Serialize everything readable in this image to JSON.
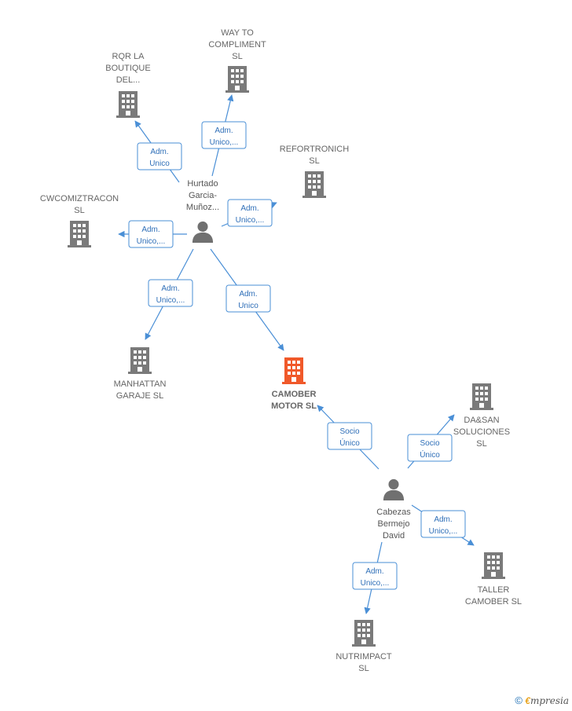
{
  "colors": {
    "edge": "#4a8fd6",
    "company": "#7a7a7a",
    "highlight": "#f0592a",
    "person": "#707070"
  },
  "companies": [
    {
      "id": "rqr",
      "lines": [
        "RQR LA",
        "BOUTIQUE",
        "DEL..."
      ],
      "icon": "building-icon",
      "highlight": false
    },
    {
      "id": "way",
      "lines": [
        "WAY TO",
        "COMPLIMENT",
        "SL"
      ],
      "icon": "building-icon",
      "highlight": false
    },
    {
      "id": "refor",
      "lines": [
        "REFORTRONICH",
        "SL"
      ],
      "icon": "building-icon",
      "highlight": false
    },
    {
      "id": "cwco",
      "lines": [
        "CWCOMIZTRACON",
        "SL"
      ],
      "icon": "building-icon",
      "highlight": false
    },
    {
      "id": "manhattan",
      "lines": [
        "MANHATTAN",
        "GARAJE  SL"
      ],
      "icon": "building-icon",
      "highlight": false
    },
    {
      "id": "camober",
      "lines": [
        "CAMOBER",
        "MOTOR  SL"
      ],
      "icon": "building-icon",
      "highlight": true
    },
    {
      "id": "dasan",
      "lines": [
        "DA&SAN",
        "SOLUCIONES",
        "SL"
      ],
      "icon": "building-icon",
      "highlight": false
    },
    {
      "id": "taller",
      "lines": [
        "TALLER",
        "CAMOBER  SL"
      ],
      "icon": "building-icon",
      "highlight": false
    },
    {
      "id": "nutri",
      "lines": [
        "NUTRIMPACT",
        "SL"
      ],
      "icon": "building-icon",
      "highlight": false
    }
  ],
  "persons": [
    {
      "id": "hurtado",
      "lines": [
        "Hurtado",
        "Garcia-",
        "Muñoz..."
      ],
      "icon": "person-icon"
    },
    {
      "id": "cabezas",
      "lines": [
        "Cabezas",
        "Bermejo",
        "David"
      ],
      "icon": "person-icon"
    }
  ],
  "edges": [
    {
      "from": "hurtado",
      "to": "rqr",
      "label": [
        "Adm.",
        "Unico"
      ]
    },
    {
      "from": "hurtado",
      "to": "way",
      "label": [
        "Adm.",
        "Unico,..."
      ]
    },
    {
      "from": "hurtado",
      "to": "refor",
      "label": [
        "Adm.",
        "Unico,..."
      ]
    },
    {
      "from": "hurtado",
      "to": "cwco",
      "label": [
        "Adm.",
        "Unico,..."
      ]
    },
    {
      "from": "hurtado",
      "to": "manhattan",
      "label": [
        "Adm.",
        "Unico,..."
      ]
    },
    {
      "from": "hurtado",
      "to": "camober",
      "label": [
        "Adm.",
        "Unico"
      ]
    },
    {
      "from": "cabezas",
      "to": "camober",
      "label": [
        "Socio",
        "Único"
      ]
    },
    {
      "from": "cabezas",
      "to": "dasan",
      "label": [
        "Socio",
        "Único"
      ]
    },
    {
      "from": "cabezas",
      "to": "taller",
      "label": [
        "Adm.",
        "Unico,..."
      ]
    },
    {
      "from": "cabezas",
      "to": "nutri",
      "label": [
        "Adm.",
        "Unico,..."
      ]
    }
  ],
  "footer": {
    "copyright": "©",
    "brand_first": "€",
    "brand_rest": "mpresia"
  }
}
